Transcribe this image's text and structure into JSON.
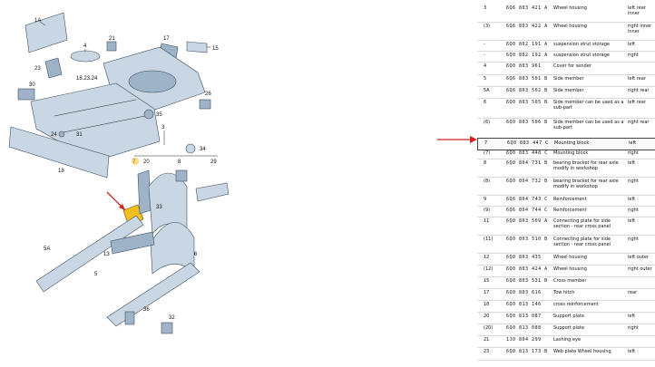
{
  "diagram": {
    "labels": {
      "l1A": "1A",
      "l4": "4",
      "l21": "21",
      "l17": "17",
      "l15": "15",
      "l23": "23",
      "l18_23_24": "18.23.24",
      "l30": "30",
      "l26": "26",
      "l3": "3",
      "l35": "35",
      "l24": "24",
      "l31": "31",
      "l18": "18",
      "l34": "34",
      "l7": "7",
      "l20": "20",
      "l8": "8",
      "l29": "29",
      "l33": "33",
      "l5A": "5A",
      "l13": "13",
      "l6": "6",
      "l5": "5",
      "l36": "36",
      "l32": "32"
    },
    "arrow_color": "#cc2222",
    "highlight_color": "#f0c020"
  },
  "table": {
    "rows": [
      {
        "no": "3",
        "pn": "6Q6 803 421 A",
        "desc": "Wheel housing",
        "side": "left rear inner"
      },
      {
        "no": "(3)",
        "pn": "6Q6 803 422 A",
        "desc": "Wheel housing",
        "side": "right inner inner"
      },
      {
        "no": "-",
        "pn": "6Q0 802 191 A",
        "desc": "suspension strut storage",
        "side": "left"
      },
      {
        "no": "-",
        "pn": "6Q0 802 192 A",
        "desc": "suspension strut storage",
        "side": "right"
      },
      {
        "no": "4",
        "pn": "6Q0 803 961",
        "desc": "Cover for sender",
        "side": ""
      },
      {
        "no": "5",
        "pn": "6Q6 803 501 B",
        "desc": "Side member",
        "side": "left rear"
      },
      {
        "no": "5A",
        "pn": "6Q6 803 502 B",
        "desc": "Side member",
        "side": "right rear"
      },
      {
        "no": "6",
        "pn": "6Q0 803 505 B",
        "desc": "Side member can be used as a sub-part",
        "side": "left rear"
      },
      {
        "no": "(6)",
        "pn": "6Q0 803 506 B",
        "desc": "Side member can be used as a sub-part",
        "side": "right rear"
      },
      {
        "no": "7",
        "pn": "6Q0 803 447 C",
        "desc": "Mounting block",
        "side": "left"
      },
      {
        "no": "(7)",
        "pn": "6Q0 803 448 C",
        "desc": "Mounting block",
        "side": "right"
      },
      {
        "no": "8",
        "pn": "6Q0 804 731 B",
        "desc": "bearing bracket for rear axle modify in workshop",
        "side": "left"
      },
      {
        "no": "(8)",
        "pn": "6Q0 804 732 B",
        "desc": "bearing bracket for rear axle modify in workshop",
        "side": "right"
      },
      {
        "no": "9",
        "pn": "6Q6 804 743 C",
        "desc": "Reinforcement",
        "side": "left"
      },
      {
        "no": "(9)",
        "pn": "6Q6 804 744 C",
        "desc": "Reinforcement",
        "side": "right"
      },
      {
        "no": "11",
        "pn": "6Q0 803 509 A",
        "desc": "Connecting plate for side section - rear cross panel",
        "side": "left"
      },
      {
        "no": "(11)",
        "pn": "6Q0 803 510 B",
        "desc": "Connecting plate for side section - rear cross panel",
        "side": "right"
      },
      {
        "no": "12",
        "pn": "6Q0 803 435",
        "desc": "Wheel housing",
        "side": "left outer"
      },
      {
        "no": "(12)",
        "pn": "6Q0 803 424 A",
        "desc": "Wheel housing",
        "side": "right outer"
      },
      {
        "no": "15",
        "pn": "6Q0 803 531 B",
        "desc": "Cross member",
        "side": ""
      },
      {
        "no": "17",
        "pn": "6Q0 803 616",
        "desc": "Tow hitch",
        "side": "rear"
      },
      {
        "no": "18",
        "pn": "6Q0 813 146",
        "desc": "cross reinforcement",
        "side": ""
      },
      {
        "no": "20",
        "pn": "6Q0 813 087",
        "desc": "Support plate",
        "side": "left"
      },
      {
        "no": "(20)",
        "pn": "6Q0 813 088",
        "desc": "Support plate",
        "side": "right"
      },
      {
        "no": "21",
        "pn": "1J0 804 299",
        "desc": "Lashing eye",
        "side": ""
      },
      {
        "no": "23",
        "pn": "6Q0 813 173 B",
        "desc": "Web plate Wheel housing",
        "side": "left"
      }
    ],
    "highlight_arrow_color": "#cc2222"
  }
}
